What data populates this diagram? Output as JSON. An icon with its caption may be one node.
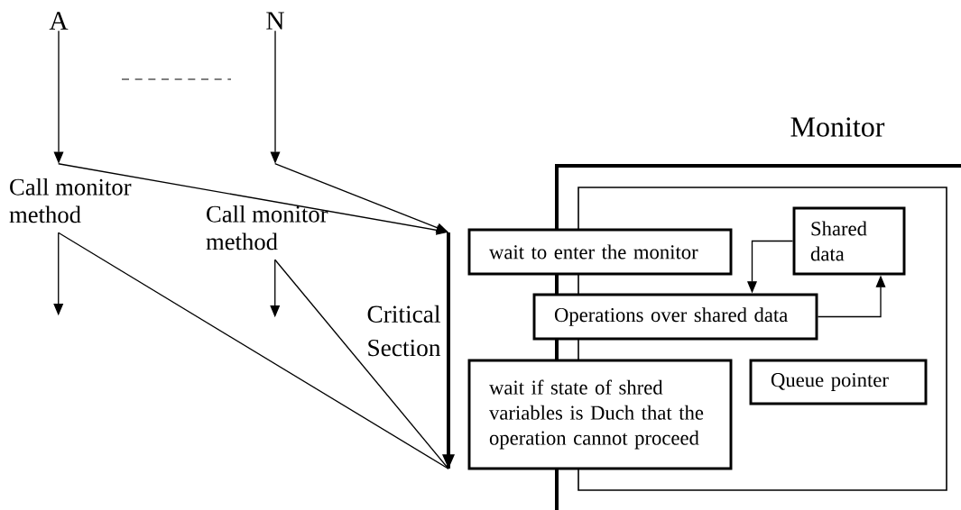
{
  "diagram": {
    "nodes": [
      {
        "text": [
          "A"
        ]
      },
      {
        "text": [
          "N"
        ]
      },
      {
        "text": [
          "Call monitor method"
        ]
      },
      {
        "text": [
          "Call monitor method"
        ]
      },
      {
        "text": [],
        "shape": "bar",
        "beside": [
          "Critical Section"
        ]
      },
      {
        "text": [
          "Monitor"
        ]
      },
      {
        "text": [],
        "shape": "box",
        "in": 5
      },
      {
        "text": [
          "Shared data"
        ],
        "in": 6
      },
      {
        "text": [
          "wait to enter the monitor"
        ]
      },
      {
        "text": [
          "Operations over shared data"
        ]
      },
      {
        "text": [
          "wait if state of shred variables is Duch that the operation cannot proceed"
        ]
      },
      {
        "text": [
          "Queue pointer"
        ],
        "in": 6
      }
    ],
    "edges": [
      {
        "from": 0,
        "to": 2,
        "arrow": "to"
      },
      {
        "from": 1,
        "to": 3,
        "arrow": "to"
      },
      {
        "from": 2,
        "to": 4,
        "arrow": "to"
      },
      {
        "from": 3,
        "to": 4,
        "arrow": "to"
      },
      {
        "from": 2,
        "to": 4,
        "arrow": "none"
      },
      {
        "from": 3,
        "to": 4,
        "arrow": "none"
      },
      {
        "from": 2,
        "to": null,
        "arrow": "to"
      },
      {
        "from": 3,
        "to": null,
        "arrow": "to"
      },
      {
        "from": 7,
        "to": 9,
        "arrow": "to"
      },
      {
        "from": 9,
        "to": 7,
        "arrow": "to"
      }
    ]
  }
}
